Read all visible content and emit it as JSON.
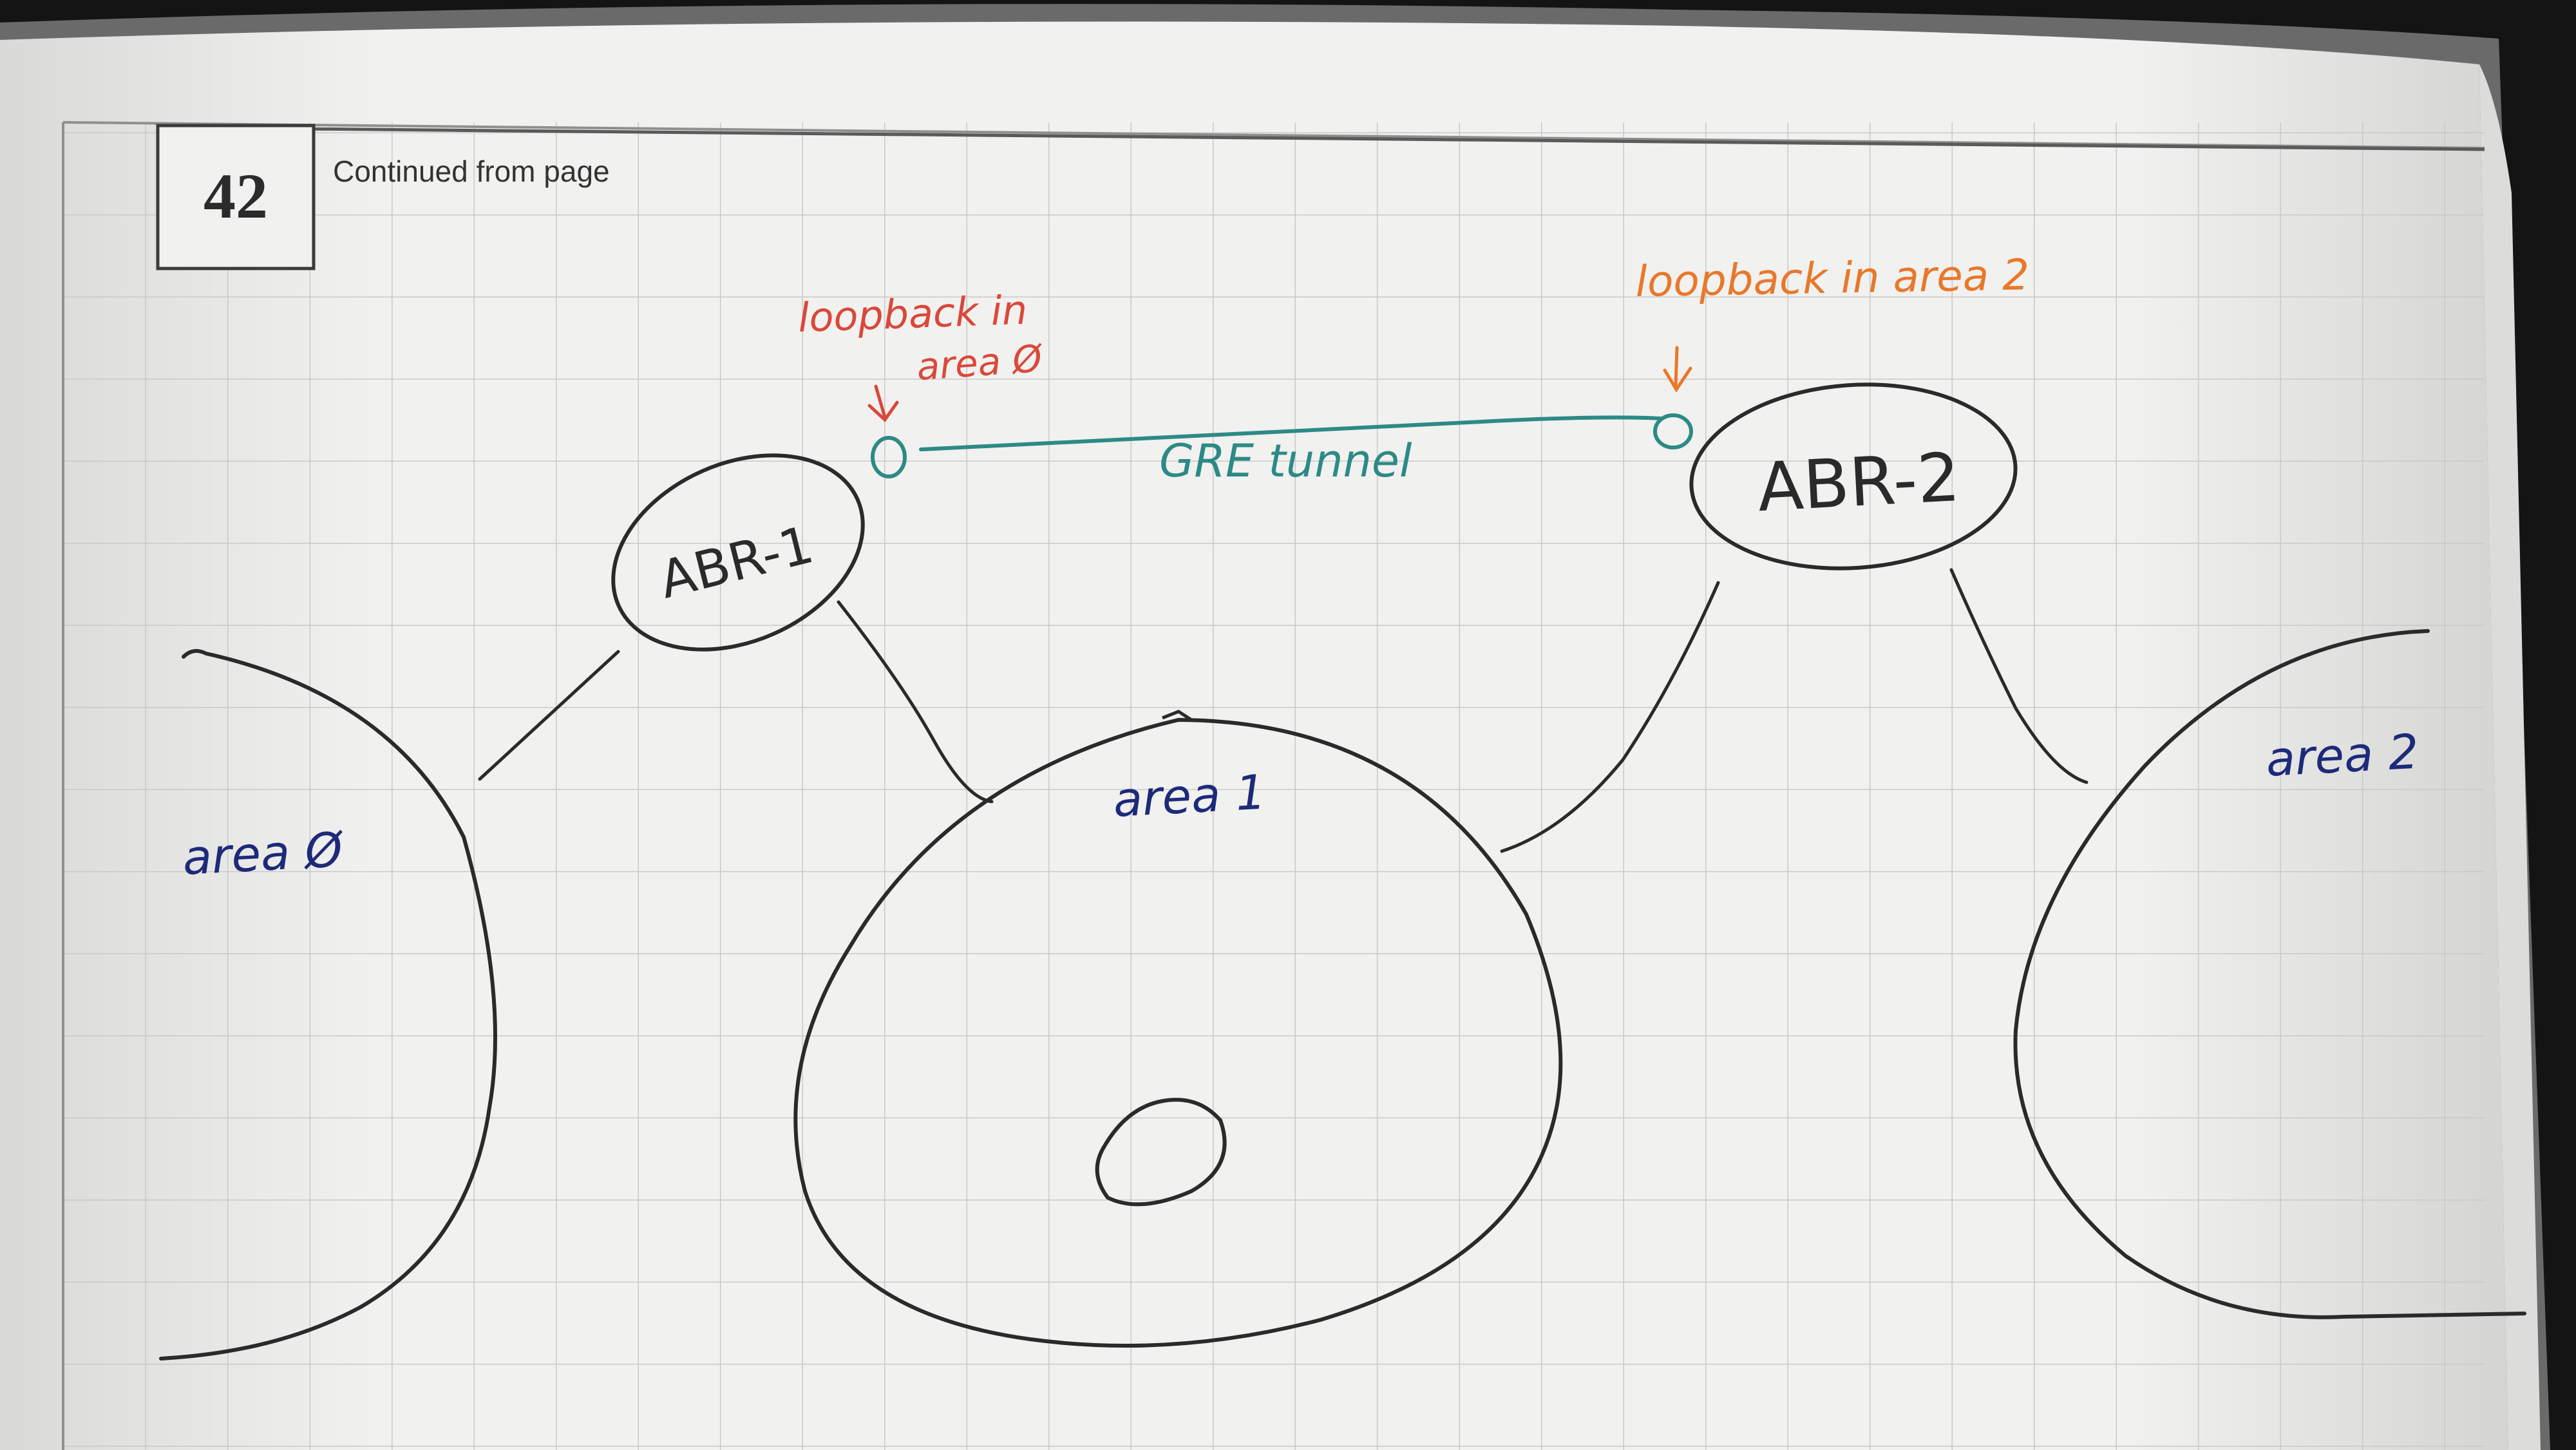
{
  "header": {
    "page_number": "42",
    "continued_label": "Continued from page"
  },
  "notes": {
    "loopback_left_line1": "loopback in",
    "loopback_left_line2": "area Ø",
    "loopback_right": "loopback in area 2",
    "tunnel_label": "GRE tunnel"
  },
  "nodes": {
    "abr1_label": "ABR-1",
    "abr2_label": "ABR-2"
  },
  "areas": {
    "area0_label": "area Ø",
    "area1_label": "area 1",
    "area2_label": "area 2"
  },
  "colors": {
    "paper": "#f1f1ef",
    "grid": "#c9c9c7",
    "ink_black": "#2a2a2a",
    "ink_blue": "#1d2a7a",
    "ink_red": "#d9483b",
    "ink_orange": "#e8782a",
    "ink_teal": "#2c8a86"
  }
}
